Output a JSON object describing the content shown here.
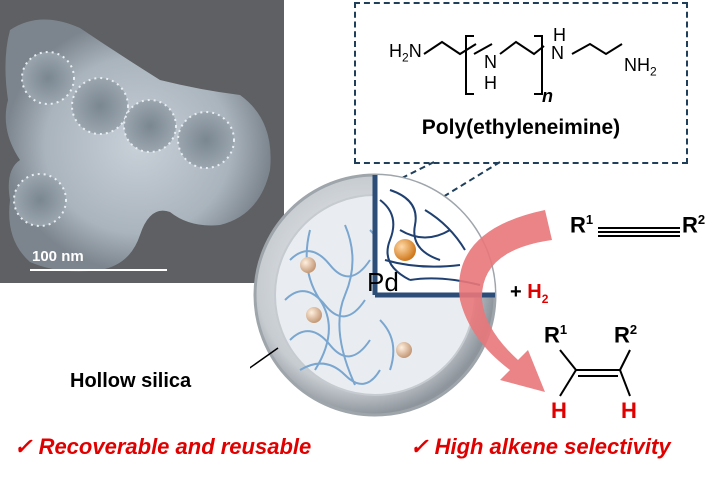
{
  "tem": {
    "scale_label": "100 nm"
  },
  "polymer": {
    "name": "Poly(ethyleneimine)",
    "h2n_left": "H",
    "n_sub_left": "2",
    "n_left": "N",
    "nh_mid": "N",
    "nh_mid_h": "H",
    "nh_right_h": "H",
    "nh_right": "N",
    "nh2_right": "NH",
    "nh2_sub": "2",
    "repeat_n": "n"
  },
  "particle": {
    "metal": "Pd",
    "shell_label": "Hollow silica"
  },
  "reaction": {
    "alkyne_r1": "R",
    "alkyne_r1_sup": "1",
    "alkyne_r2": "R",
    "alkyne_r2_sup": "2",
    "plus": "+ ",
    "h2": "H",
    "h2_sub": "2",
    "alkene_r1": "R",
    "alkene_r1_sup": "1",
    "alkene_r2": "R",
    "alkene_r2_sup": "2",
    "alkene_h1": "H",
    "alkene_h2": "H"
  },
  "features": {
    "check": "✓",
    "left": "Recoverable and reusable",
    "right": "High alkene selectivity"
  },
  "colors": {
    "accent_red": "#e00000",
    "arrow_pink": "#e8777a",
    "callout_border": "#1f3f5a",
    "pd_orange": "#e08a2a"
  }
}
